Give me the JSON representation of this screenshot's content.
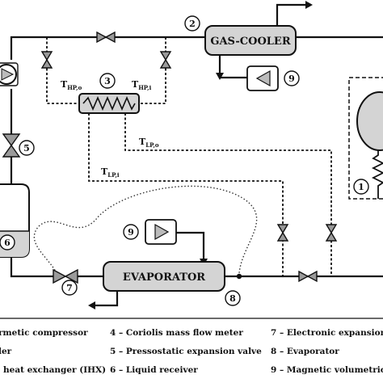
{
  "components": {
    "gas_cooler": "GAS-COOLER",
    "evaporator": "EVAPORATOR"
  },
  "callouts": {
    "c1": "1",
    "c2": "2",
    "c3": "3",
    "c5": "5",
    "c6": "6",
    "c7": "7",
    "c8": "8",
    "c9a": "9",
    "c9b": "9"
  },
  "temperatures": {
    "thp_o_main": "T",
    "thp_o_sub": "HP,o",
    "thp_i_main": "T",
    "thp_i_sub": "HP,i",
    "tlp_o_main": "T",
    "tlp_o_sub": "LP,o",
    "tlp_i_main": "T",
    "tlp_i_sub": "LP,i"
  },
  "legend": [
    "rmetic compressor",
    "4 – Coriolis mass flow meter",
    "7 – Electronic expansion",
    "ler",
    "5 – Pressostatic expansion valve",
    "8 – Evaporator",
    "heat exchanger (IHX)",
    "6 – Liquid receiver",
    "9 – Magnetic volumetric"
  ],
  "colors": {
    "line": "#111111",
    "component_fill": "#d4d4d4",
    "valve_fill": "#9a9a9a"
  }
}
